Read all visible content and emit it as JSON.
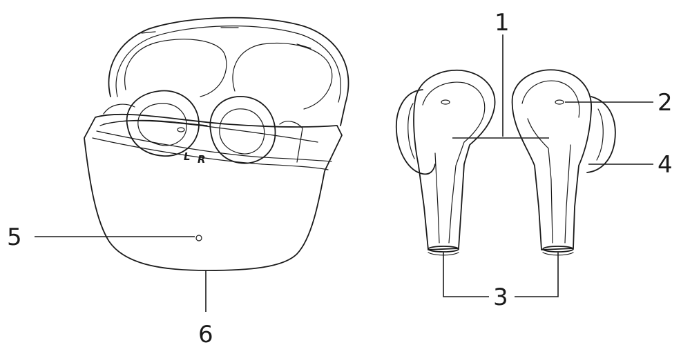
{
  "callouts": [
    {
      "id": "1",
      "label": "1"
    },
    {
      "id": "2",
      "label": "2"
    },
    {
      "id": "3",
      "label": "3"
    },
    {
      "id": "4",
      "label": "4"
    },
    {
      "id": "5",
      "label": "5"
    },
    {
      "id": "6",
      "label": "6"
    }
  ],
  "case_markings": {
    "left": "L",
    "right": "R"
  },
  "ink_color": "#1a1a1a"
}
